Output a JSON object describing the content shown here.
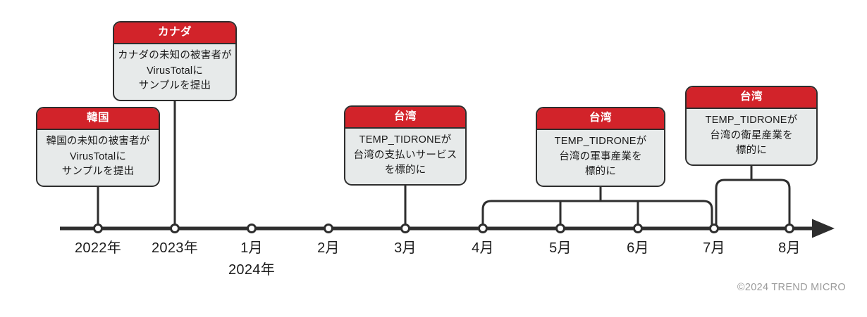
{
  "diagram": {
    "type": "timeline",
    "axis_labels": [
      "2022年",
      "2023年",
      "1月",
      "2月",
      "3月",
      "4月",
      "5月",
      "6月",
      "7月",
      "8月"
    ],
    "axis_sublabel": "2024年",
    "events": [
      {
        "country": "韓国",
        "description": "韓国の未知の被害者が\nVirusTotalに\nサンプルを提出",
        "connects_to": "2022年"
      },
      {
        "country": "カナダ",
        "description": "カナダの未知の被害者が\nVirusTotalに\nサンプルを提出",
        "connects_to": "2023年"
      },
      {
        "country": "台湾",
        "description": "TEMP_TIDRONEが\n台湾の支払いサービス\nを標的に",
        "connects_to": "3月"
      },
      {
        "country": "台湾",
        "description": "TEMP_TIDRONEが\n台湾の軍事産業を\n標的に",
        "connects_to": "4月〜7月"
      },
      {
        "country": "台湾",
        "description": "TEMP_TIDRONEが\n台湾の衛星産業を\n標的に",
        "connects_to": "7月〜8月"
      }
    ],
    "copyright": "©2024 TREND MICRO",
    "colors": {
      "accent_red": "#d2232a",
      "box_fill": "#e7eaea",
      "line": "#2e2e2e"
    }
  }
}
